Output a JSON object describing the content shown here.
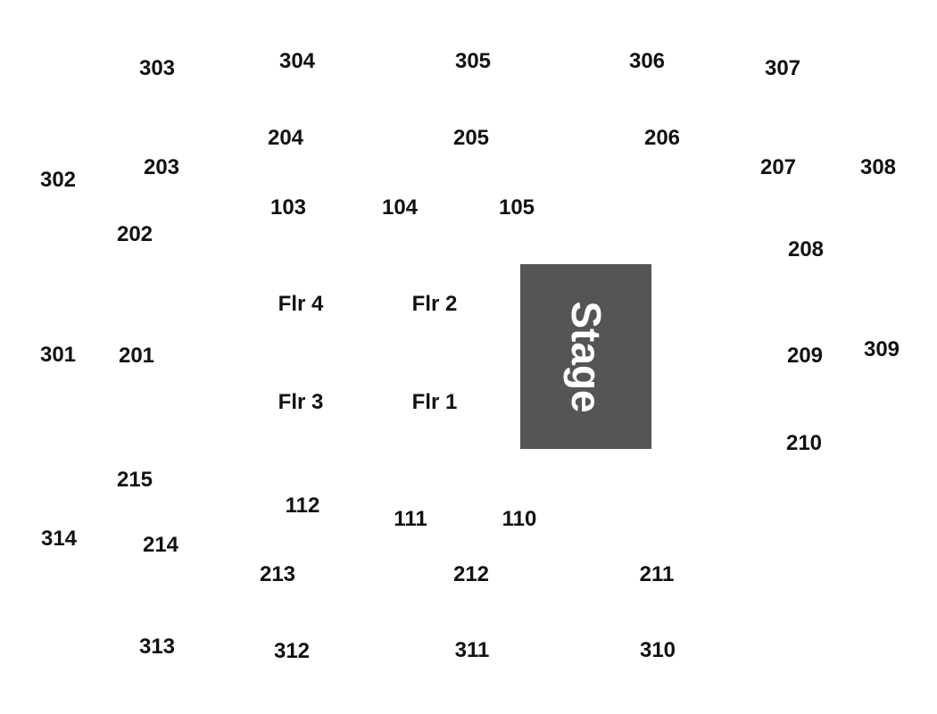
{
  "stage": {
    "label": "Stage",
    "color": "#555555"
  },
  "section_color": "#111111",
  "sections": [
    "303",
    "304",
    "305",
    "306",
    "307",
    "204",
    "205",
    "206",
    "302",
    "203",
    "207",
    "308",
    "103",
    "104",
    "105",
    "202",
    "208",
    "Flr 4",
    "Flr 2",
    "301",
    "201",
    "209",
    "309",
    "Flr 3",
    "Flr 1",
    "210",
    "215",
    "112",
    "111",
    "110",
    "314",
    "214",
    "213",
    "212",
    "211",
    "313",
    "312",
    "311",
    "310"
  ]
}
